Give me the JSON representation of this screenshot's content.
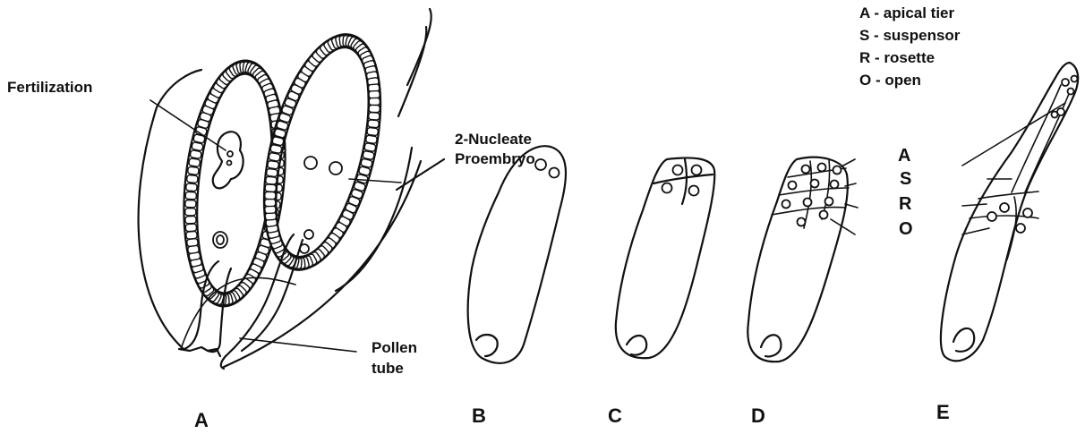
{
  "labels": {
    "fertilization": "Fertilization",
    "proembryo_line1": "2-Nucleate",
    "proembryo_line2": "Proembryo",
    "pollen_line1": "Pollen",
    "pollen_line2": "tube"
  },
  "legend": {
    "items": [
      "A - apical tier",
      "S - suspensor",
      "R - rosette",
      "O - open"
    ]
  },
  "tiers": [
    "A",
    "S",
    "R",
    "O"
  ],
  "stages": [
    "A",
    "B",
    "C",
    "D",
    "E"
  ]
}
